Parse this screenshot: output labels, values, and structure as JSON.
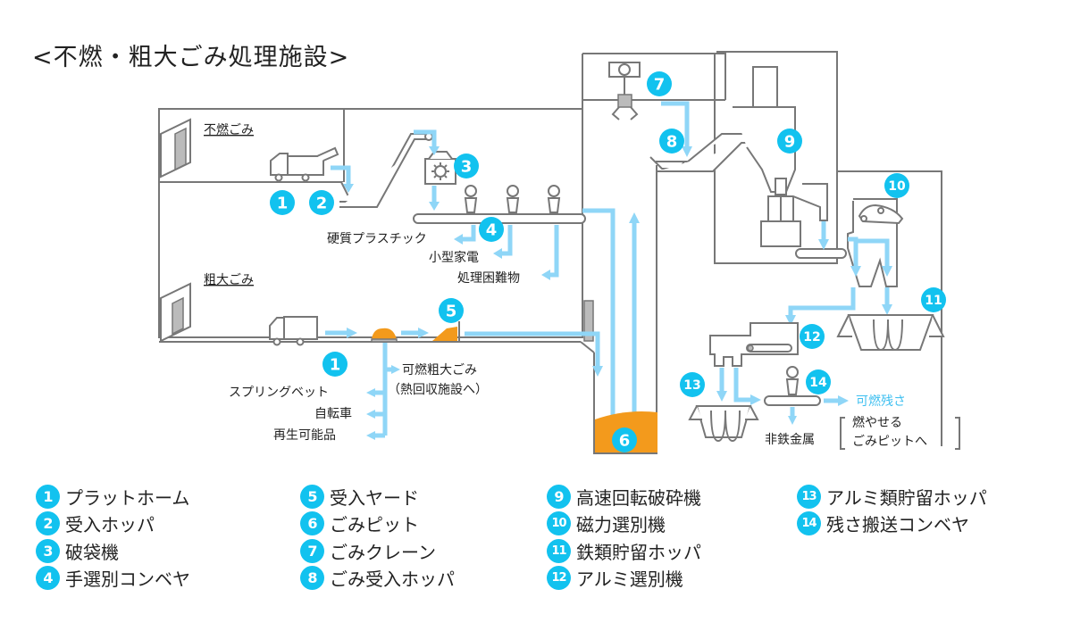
{
  "title": "<不燃・粗大ごみ処理施設>",
  "colors": {
    "accent": "#12c2ef",
    "flow": "#8fd6f7",
    "waste_pile": "#f39a1c",
    "outline": "#777777",
    "residue_label": "#3dbff0"
  },
  "sections": {
    "noncombustible": "不燃ごみ",
    "oversized": "粗大ごみ"
  },
  "diagram_labels": {
    "hard_plastic": "硬質プラスチック",
    "small_appliances": "小型家電",
    "difficult_items": "処理困難物",
    "combustible_oversized": "可燃粗大ごみ",
    "to_heat_recovery": "（熱回収施設へ）",
    "spring_bed": "スプリングベット",
    "bicycle": "自転車",
    "recyclables": "再生可能品",
    "combustible_residue": "可燃残さ",
    "to_pit_line1": "燃やせる",
    "to_pit_line2": "ごみピットへ",
    "nonferrous": "非鉄金属"
  },
  "legend": [
    {
      "num": "1",
      "label": "プラットホーム"
    },
    {
      "num": "2",
      "label": "受入ホッパ"
    },
    {
      "num": "3",
      "label": "破袋機"
    },
    {
      "num": "4",
      "label": "手選別コンベヤ"
    },
    {
      "num": "5",
      "label": "受入ヤード"
    },
    {
      "num": "6",
      "label": "ごみピット"
    },
    {
      "num": "7",
      "label": "ごみクレーン"
    },
    {
      "num": "8",
      "label": "ごみ受入ホッパ"
    },
    {
      "num": "9",
      "label": "高速回転破砕機"
    },
    {
      "num": "10",
      "label": "磁力選別機"
    },
    {
      "num": "11",
      "label": "鉄類貯留ホッパ"
    },
    {
      "num": "12",
      "label": "アルミ選別機"
    },
    {
      "num": "13",
      "label": "アルミ類貯留ホッパ"
    },
    {
      "num": "14",
      "label": "残さ搬送コンベヤ"
    }
  ]
}
